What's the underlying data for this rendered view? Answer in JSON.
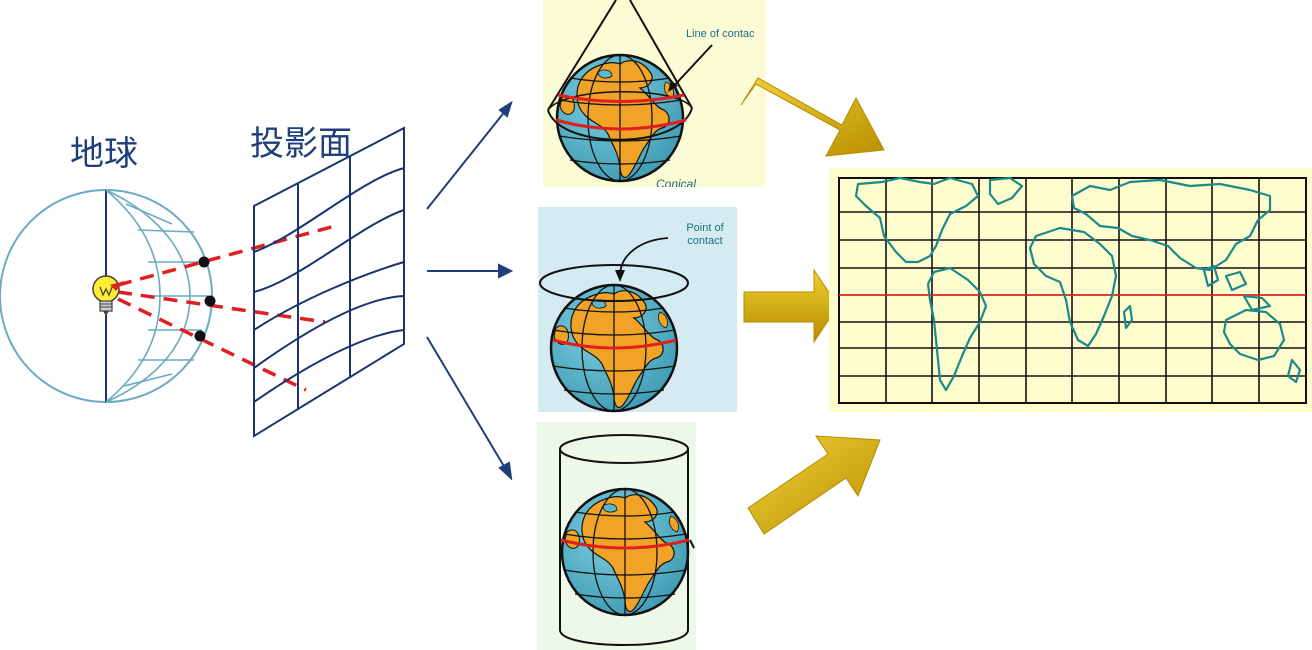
{
  "labels": {
    "earth": "地球",
    "projection_plane": "投影面",
    "line_of_contact": "Line of contac",
    "point_of_contact_line1": "Point of",
    "point_of_contact_line2": "contact",
    "conical": "Conical"
  },
  "colors": {
    "outline": "#6aaac4",
    "grid_blue": "#1a3470",
    "ray_red": "#e02020",
    "arrow_navy": "#1f3f7a",
    "big_arrow_gold": "#d6ad00",
    "ocean": "#5fb6c9",
    "land": "#f0a326",
    "map_bg": "#fffccd",
    "panel_yellow": "#fbfbd6",
    "panel_blue": "#d5ebf2"
  },
  "icons": [
    "light-bulb-icon",
    "globe-icon",
    "cone-icon",
    "plane-icon",
    "cylinder-icon"
  ]
}
